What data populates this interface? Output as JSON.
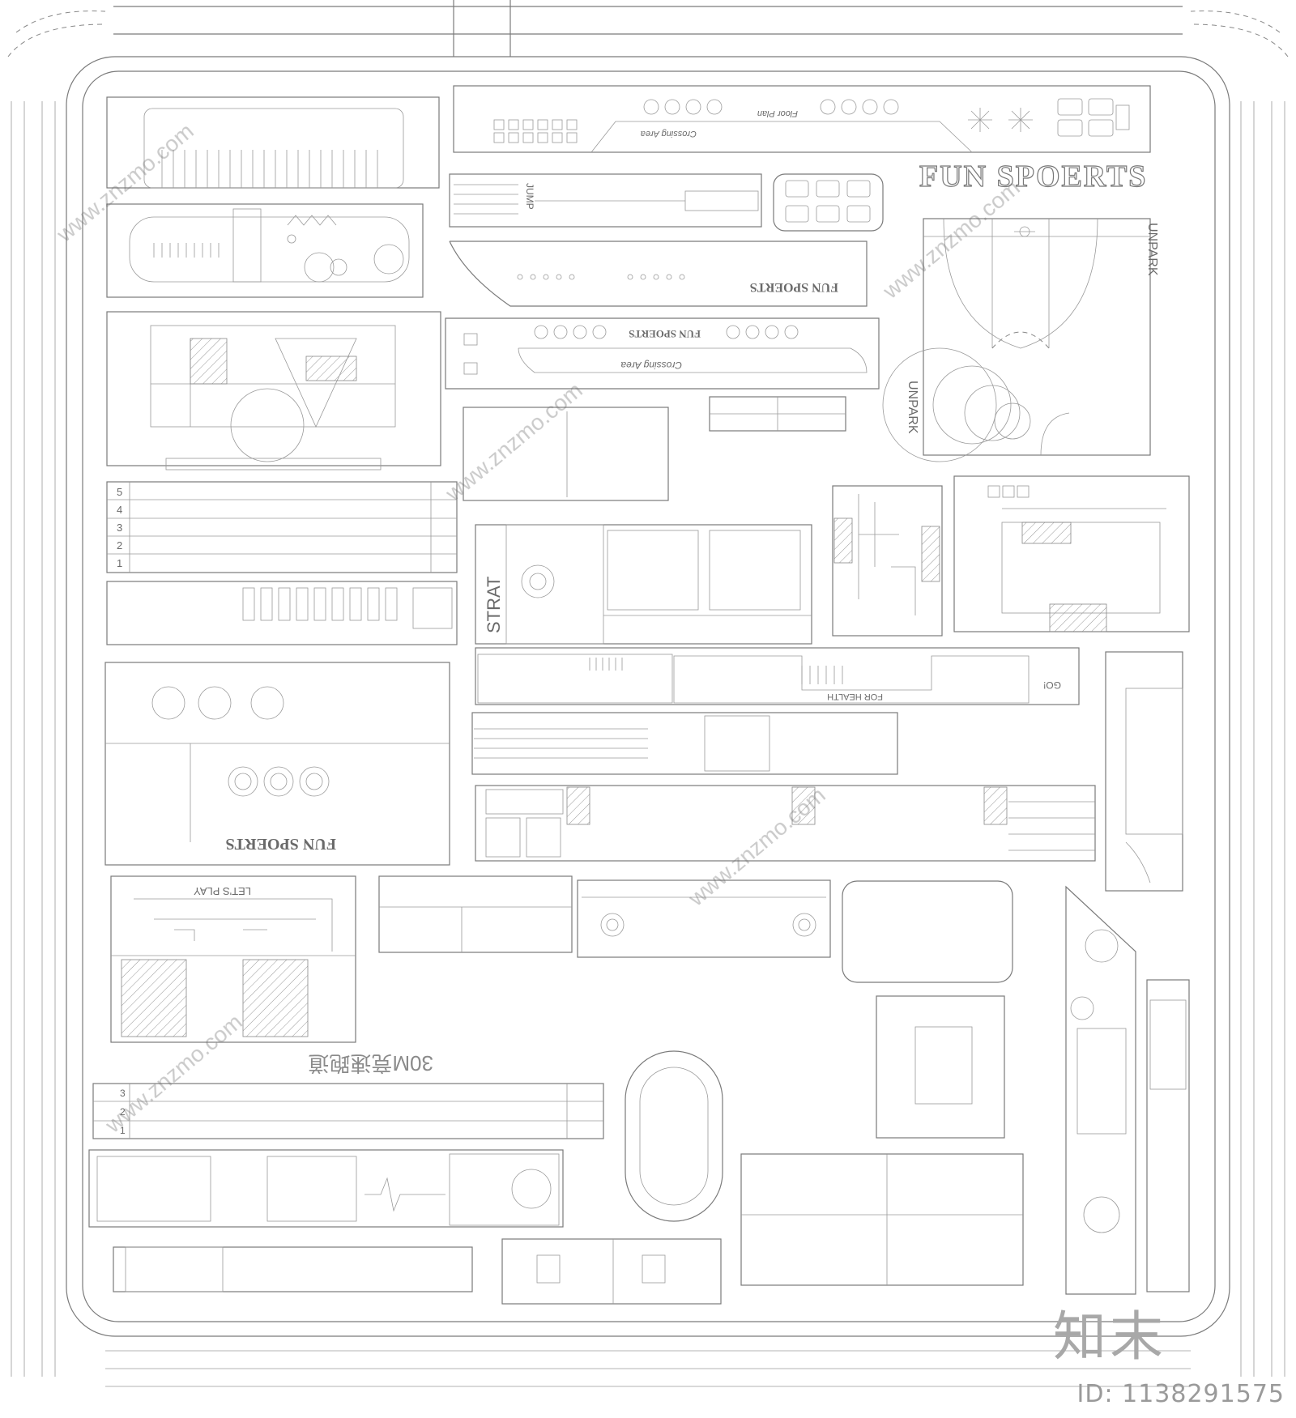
{
  "labels": {
    "fun_sports_main": "FUN SPOERTS",
    "fun_sports_mirror": "FUN SPOERTS",
    "unpark_right": "UNPARK",
    "unpark_left": "UNPARK",
    "crossing_area": "Crossing Area",
    "floor_plan": "Floor Plan",
    "strat": "STRAT",
    "lets_play": "LET'S PLAY",
    "for_health": "FOR HEALTH",
    "go": "GO!",
    "jump": "JUMP",
    "run_30m": "30M竞速跑道",
    "lane_numbers": [
      "1",
      "2",
      "3",
      "4",
      "5"
    ],
    "sprint_lanes": [
      "1",
      "2",
      "3"
    ]
  },
  "watermark": {
    "brand": "知末",
    "id": "ID: 1138291575",
    "site": "www.znzmo.com"
  }
}
